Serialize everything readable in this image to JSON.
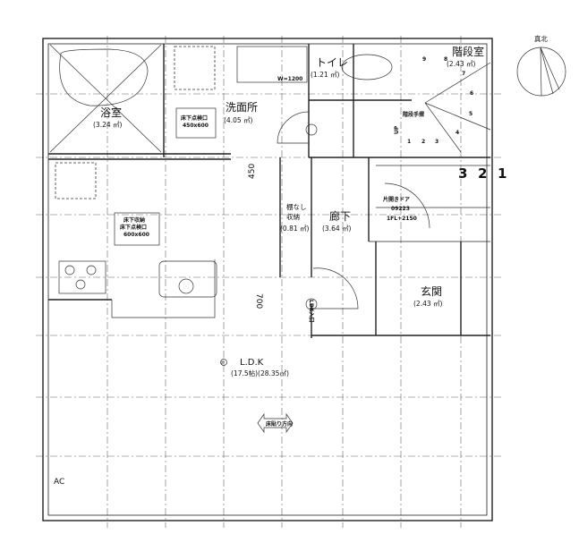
{
  "plan": {
    "north": "真北",
    "rooms": {
      "bath": {
        "name": "浴室",
        "area": "(3.24 ㎡)"
      },
      "washroom": {
        "name": "洗面所",
        "area": "(4.05 ㎡)",
        "vanity": "W=1200",
        "hatch": "床下点検口",
        "hatch_size": "450x600"
      },
      "toilet": {
        "name": "トイレ",
        "area": "(1.21 ㎡)"
      },
      "stair": {
        "name": "階段室",
        "area": "(2.43 ㎡)",
        "handrail": "階段手摺",
        "up": "UP",
        "steps": [
          "1",
          "2",
          "3",
          "4",
          "5",
          "6",
          "7",
          "8",
          "9"
        ]
      },
      "storage": {
        "name1": "棚なし",
        "name2": "収納",
        "area": "(0.81 ㎡)"
      },
      "hall": {
        "name": "廊下",
        "area": "(3.64 ㎡)"
      },
      "entrance": {
        "name": "玄関",
        "area": "(2.43 ㎡)"
      },
      "ldk": {
        "name": "L.D.K",
        "area": "(17.5帖)(28.35㎡)",
        "floor_dir": "床貼り方向",
        "entry": "LDK入口",
        "underfloor1": "床下収納",
        "underfloor2": "床下点検口",
        "underfloor_size": "600x600"
      }
    },
    "door": {
      "type": "片開きドア",
      "code": "09223",
      "height": "1FL+2150"
    },
    "dims": {
      "d1": "450",
      "d2": "700"
    },
    "grid_labels": [
      "3",
      "2",
      "1"
    ],
    "ac": "AC",
    "light": "照"
  }
}
